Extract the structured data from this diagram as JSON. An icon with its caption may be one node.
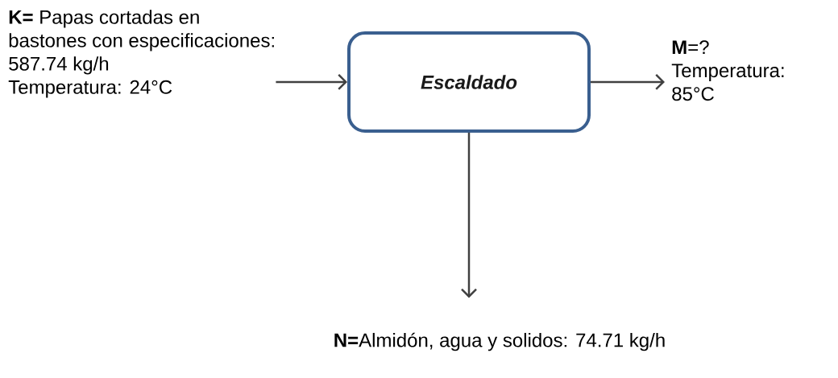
{
  "diagram": {
    "nodes": [
      {
        "text": [
          "**K=** Papas cortadas en bastones con especificaciones:",
          "587.74 kg/h",
          "Temperatura: 24°C"
        ]
      },
      {
        "text": [
          "Escaldado"
        ]
      },
      {
        "text": [
          "**M**=?",
          "Temperatura: 85°C"
        ]
      },
      {
        "text": [
          "**N=**Almidón, agua y solidos: 74.71 kg/h"
        ]
      }
    ],
    "edges": [
      {
        "from": 0,
        "to": 1,
        "arrow": "to"
      },
      {
        "from": 1,
        "to": 2,
        "arrow": "to"
      },
      {
        "from": 1,
        "to": 3,
        "arrow": "to"
      }
    ]
  }
}
